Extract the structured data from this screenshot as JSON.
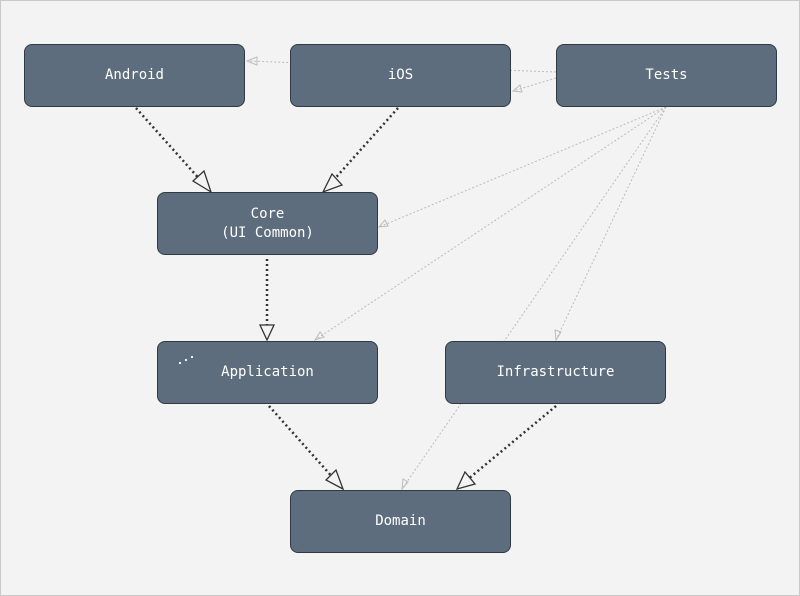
{
  "diagram": {
    "nodes": {
      "android": {
        "label": "Android"
      },
      "ios": {
        "label": "iOS"
      },
      "tests": {
        "label": "Tests"
      },
      "core": {
        "label_line1": "Core",
        "label_line2": "(UI Common)"
      },
      "application": {
        "label": "Application"
      },
      "infrastructure": {
        "label": "Infrastructure"
      },
      "domain": {
        "label": "Domain"
      }
    },
    "edges": [
      {
        "from": "android",
        "to": "core",
        "style": "dependency"
      },
      {
        "from": "ios",
        "to": "core",
        "style": "dependency"
      },
      {
        "from": "core",
        "to": "application",
        "style": "dependency"
      },
      {
        "from": "application",
        "to": "domain",
        "style": "dependency"
      },
      {
        "from": "infrastructure",
        "to": "domain",
        "style": "dependency"
      },
      {
        "from": "tests",
        "to": "android",
        "style": "test"
      },
      {
        "from": "tests",
        "to": "ios",
        "style": "test"
      },
      {
        "from": "tests",
        "to": "core",
        "style": "test"
      },
      {
        "from": "tests",
        "to": "application",
        "style": "test"
      },
      {
        "from": "tests",
        "to": "infrastructure",
        "style": "test"
      },
      {
        "from": "tests",
        "to": "domain",
        "style": "test"
      }
    ],
    "colors": {
      "background": "#f3f3f3",
      "node_fill": "#5d6d7d",
      "node_border": "#2f3a45",
      "node_text": "#ffffff",
      "dependency_edge": "#333333",
      "test_edge": "#bcbcbc"
    }
  }
}
